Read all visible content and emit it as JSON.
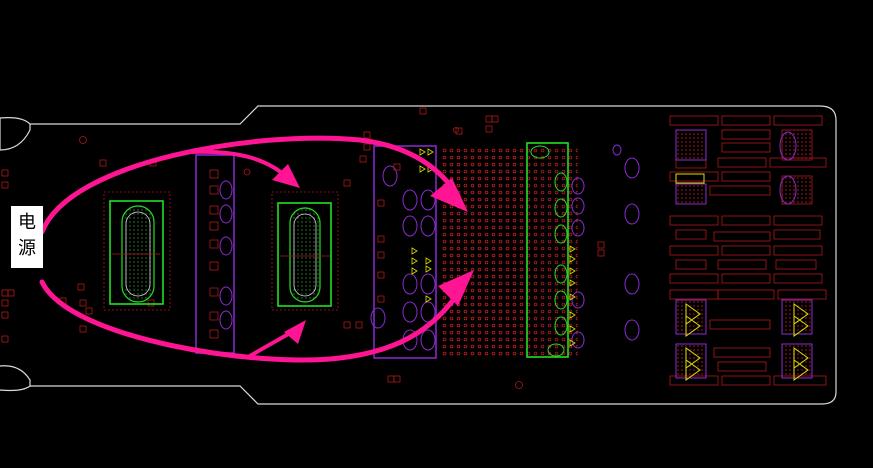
{
  "label": {
    "line1": "电",
    "line2": "源"
  },
  "colors": {
    "background": "#000000",
    "outline": "#d9d9d9",
    "pads": "#b01818",
    "vias": "#c42020",
    "purple": "#8a2bd0",
    "green": "#22e022",
    "yellow": "#e0e000",
    "arrow": "#ff1493"
  },
  "icons": [
    "power-flow-arrow",
    "triangle-marker"
  ]
}
